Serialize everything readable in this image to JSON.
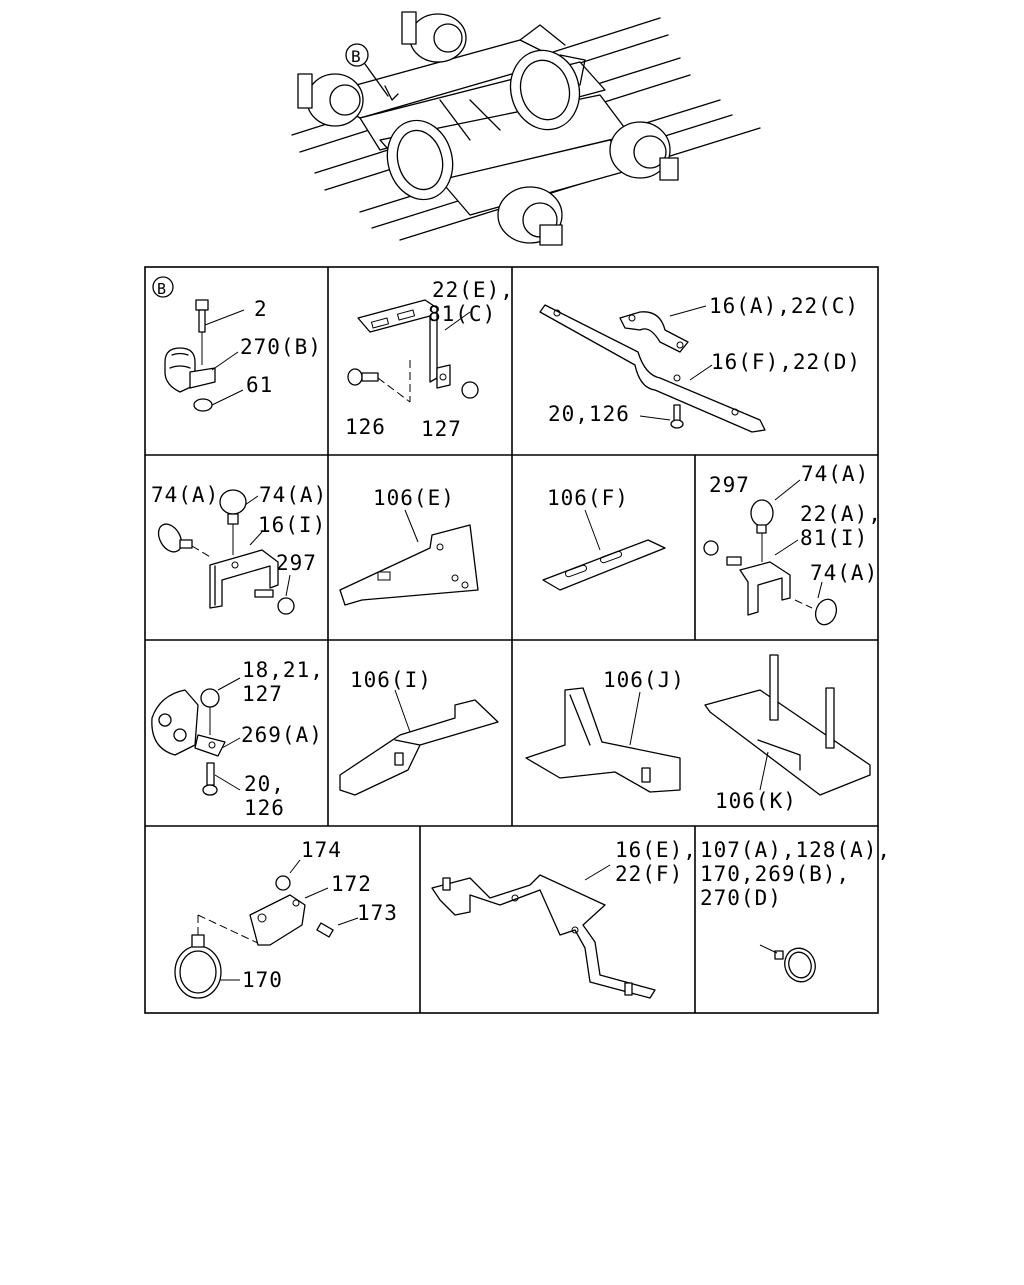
{
  "overview": {
    "callout_b": "B"
  },
  "cells": {
    "b": {
      "badge": "B",
      "labels": [
        "2",
        "270(B)",
        "61"
      ]
    },
    "r1c2": {
      "labels": [
        "22(E),",
        "81(C)",
        "126",
        "127"
      ]
    },
    "r1c3": {
      "labels": [
        "16(A),22(C)",
        "16(F),22(D)",
        "20,126"
      ]
    },
    "r2c1": {
      "labels": [
        "74(A)",
        "74(A)",
        "16(I)",
        "297"
      ]
    },
    "r2c2": {
      "labels": [
        "106(E)"
      ]
    },
    "r2c3": {
      "labels": [
        "106(F)"
      ]
    },
    "r2c4": {
      "labels": [
        "297",
        "74(A)",
        "22(A),",
        "81(I)",
        "74(A)"
      ]
    },
    "r3c1": {
      "labels": [
        "18,21,",
        "127",
        "269(A)",
        "20,",
        "126"
      ]
    },
    "r3c2": {
      "labels": [
        "106(I)"
      ]
    },
    "r3c3": {
      "labels": [
        "106(J)"
      ]
    },
    "r3c4": {
      "labels": [
        "106(K)"
      ]
    },
    "r4c1": {
      "labels": [
        "174",
        "172",
        "173",
        "170"
      ]
    },
    "r4c2": {
      "labels": [
        "16(E),",
        "22(F)"
      ]
    },
    "r4c3": {
      "labels": [
        "107(A),128(A),",
        "170,269(B),",
        "270(D)"
      ]
    }
  }
}
